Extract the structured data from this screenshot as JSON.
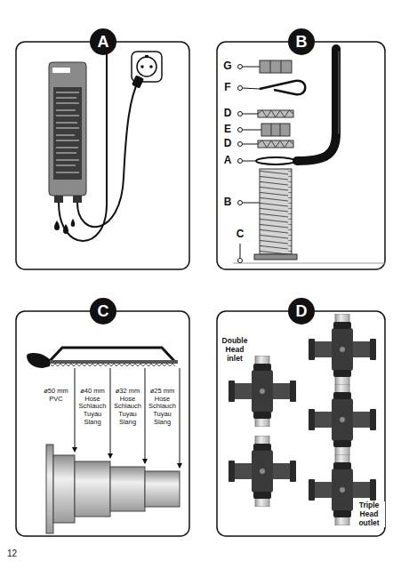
{
  "diagram": {
    "nodes": [
      {
        "text": [
          "A"
        ]
      },
      {
        "text": [
          "B"
        ]
      },
      {
        "text": [
          "C"
        ]
      },
      {
        "text": [
          "D"
        ]
      }
    ],
    "labels": [
      "G",
      "F",
      "D",
      "E",
      "D",
      "A",
      "B",
      "C",
      "ø50 mm PVC",
      "ø40 mm Hose Schlauch Tuyau Slang",
      "ø32 mm Hose Schlauch Tuyau Slang",
      "ø25 mm Hose Schlauch Tuyau Slang",
      "Double Head inlet",
      "Triple Head outlet",
      "12"
    ]
  }
}
